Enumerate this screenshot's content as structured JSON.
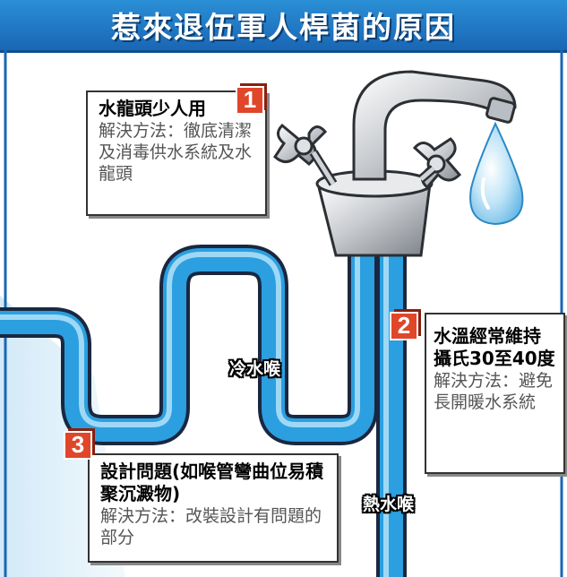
{
  "title": "惹來退伍軍人桿菌的原因",
  "callouts": [
    {
      "number": "1",
      "heading": "水龍頭少人用",
      "body": "解決方法：徹底清潔及消毒供水系統及水龍頭"
    },
    {
      "number": "2",
      "heading": "水溫經常維持攝氏30至40度",
      "body": "解決方法：避免長開暖水系統"
    },
    {
      "number": "3",
      "heading": "設計問題(如喉管彎曲位易積聚沉澱物)",
      "body": "解決方法：改裝設計有問題的部分"
    }
  ],
  "pipe_labels": {
    "cold": "冷水喉",
    "hot": "熱水喉"
  },
  "colors": {
    "title_blue": "#1f78c8",
    "pipe_blue": "#2b9fe0",
    "badge_red": "#e0462a",
    "water_drop": "#8fd0f0"
  }
}
